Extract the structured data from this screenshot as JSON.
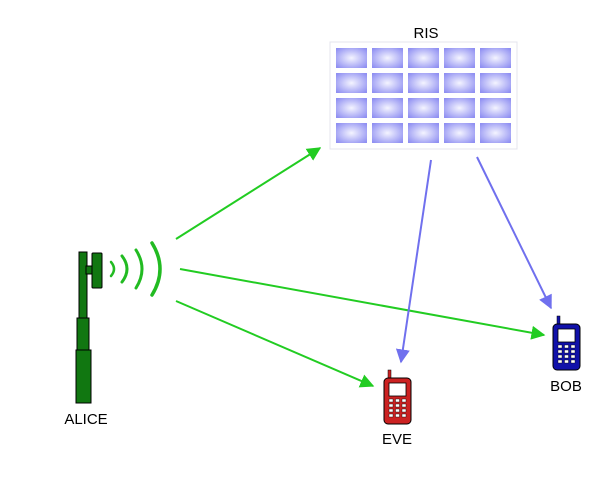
{
  "nodes": {
    "ris": {
      "label": "RIS",
      "panel_rows": 4,
      "panel_cols": 5
    },
    "alice": {
      "label": "ALICE"
    },
    "eve": {
      "label": "EVE"
    },
    "bob": {
      "label": "BOB"
    }
  },
  "links": [
    {
      "from": "ALICE",
      "to": "RIS",
      "color": "#22cc22"
    },
    {
      "from": "ALICE",
      "to": "BOB",
      "color": "#22cc22"
    },
    {
      "from": "ALICE",
      "to": "EVE",
      "color": "#22cc22"
    },
    {
      "from": "RIS",
      "to": "EVE",
      "color": "#7070ee"
    },
    {
      "from": "RIS",
      "to": "BOB",
      "color": "#7070ee"
    }
  ],
  "colors": {
    "ris_panel_light": "#f4f4ff",
    "ris_panel_dark": "#8f8ff2",
    "tower": "#117711",
    "signal_waves": "#22bb22",
    "eve_phone": "#cc2222",
    "bob_phone": "#1111aa"
  }
}
